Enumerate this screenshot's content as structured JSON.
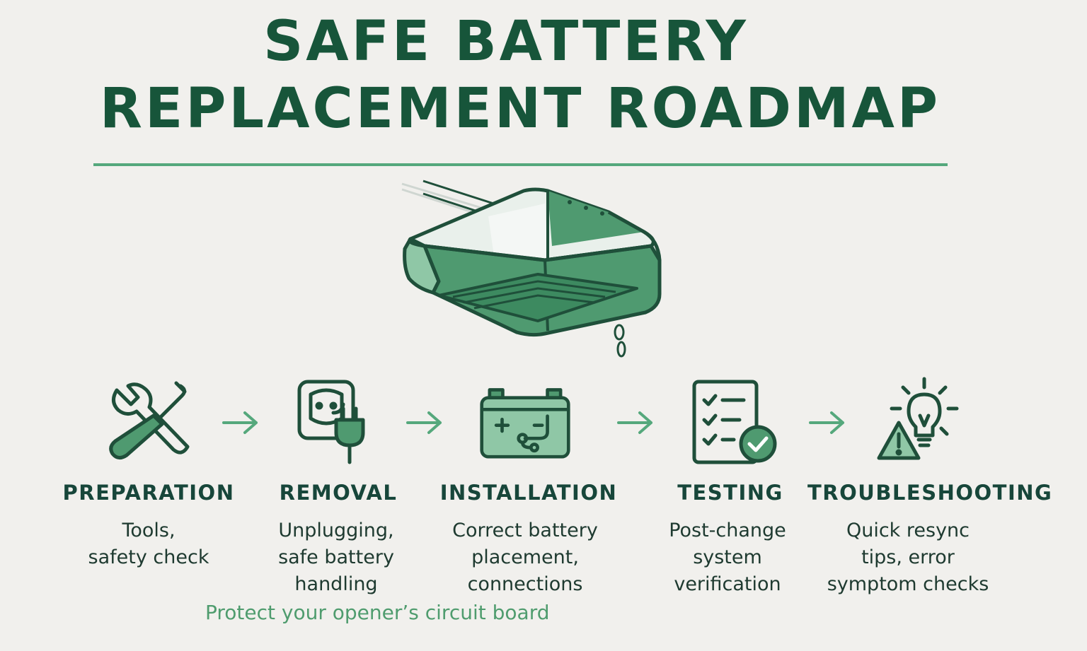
{
  "title": {
    "line1": "SAFE BATTERY",
    "line2": "REPLACEMENT ROADMAP"
  },
  "colors": {
    "dark_green": "#17553a",
    "accent_green": "#55a87c",
    "light_green": "#8fc7a6",
    "background": "#f1f0ed"
  },
  "illustration": {
    "icon": "garage-door-opener-icon"
  },
  "steps": [
    {
      "title": "PREPARATION",
      "icon": "tools-icon",
      "desc": [
        "Tools,",
        "safety check"
      ]
    },
    {
      "title": "REMOVAL",
      "icon": "unplug-icon",
      "desc": [
        "Unplugging,",
        "safe battery",
        "handling"
      ]
    },
    {
      "title": "INSTALLATION",
      "icon": "battery-icon",
      "desc": [
        "Correct battery",
        "placement,",
        "connections"
      ]
    },
    {
      "title": "TESTING",
      "icon": "checklist-icon",
      "desc": [
        "Post-change",
        "system",
        "verification"
      ]
    },
    {
      "title": "TROUBLESHOOTING",
      "icon": "warning-lightbulb-icon",
      "desc": [
        "Quick resync",
        "tips, error",
        "symptom checks"
      ]
    }
  ],
  "footnote": "Protect your opener’s circuit board"
}
